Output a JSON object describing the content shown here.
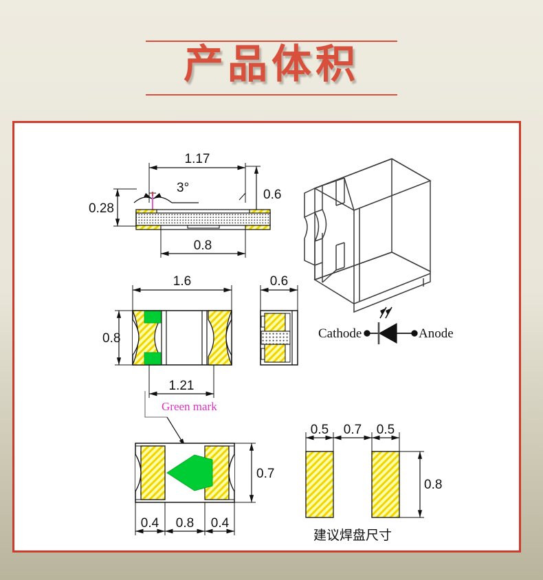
{
  "header": {
    "title": "产品体积",
    "accent_color": "#d8503c"
  },
  "sheet": {
    "border_color": "#cf3b2a",
    "background": "#ffffff"
  },
  "colors": {
    "pad_yellow": "#ffff66",
    "pad_hatch": "#e8c400",
    "green_mark": "#00cc33",
    "magenta": "#e030c8",
    "line": "#101010"
  },
  "views": {
    "side_view": {
      "name": "side-cross-section-view",
      "dimensions": {
        "overall_top_width": "1.17",
        "angle": "3°",
        "height_left": "0.28",
        "height_right": "0.6",
        "bottom_gap": "0.8"
      }
    },
    "iso_view": {
      "name": "isometric-package-view",
      "label": ""
    },
    "top_view": {
      "name": "top-plan-view",
      "dimensions": {
        "length": "1.6",
        "width": "0.8",
        "inner_length": "1.21"
      }
    },
    "end_view": {
      "name": "end-elevation-view",
      "dimensions": {
        "width": "0.6"
      }
    },
    "polarity_symbol": {
      "name": "led-polarity-diagram",
      "cathode_label": "Cathode",
      "anode_label": "Anode"
    },
    "bottom_view": {
      "name": "bottom-plan-view",
      "annotation": "Green mark",
      "dimensions": {
        "height": "0.7",
        "pad_left": "0.4",
        "gap": "0.8",
        "pad_right": "0.4"
      }
    },
    "pad_layout": {
      "name": "recommended-pad-layout",
      "caption": "建议焊盘尺寸",
      "dimensions": {
        "pad_left_width": "0.5",
        "pad_gap": "0.7",
        "pad_right_width": "0.5",
        "pad_height": "0.8"
      }
    }
  }
}
